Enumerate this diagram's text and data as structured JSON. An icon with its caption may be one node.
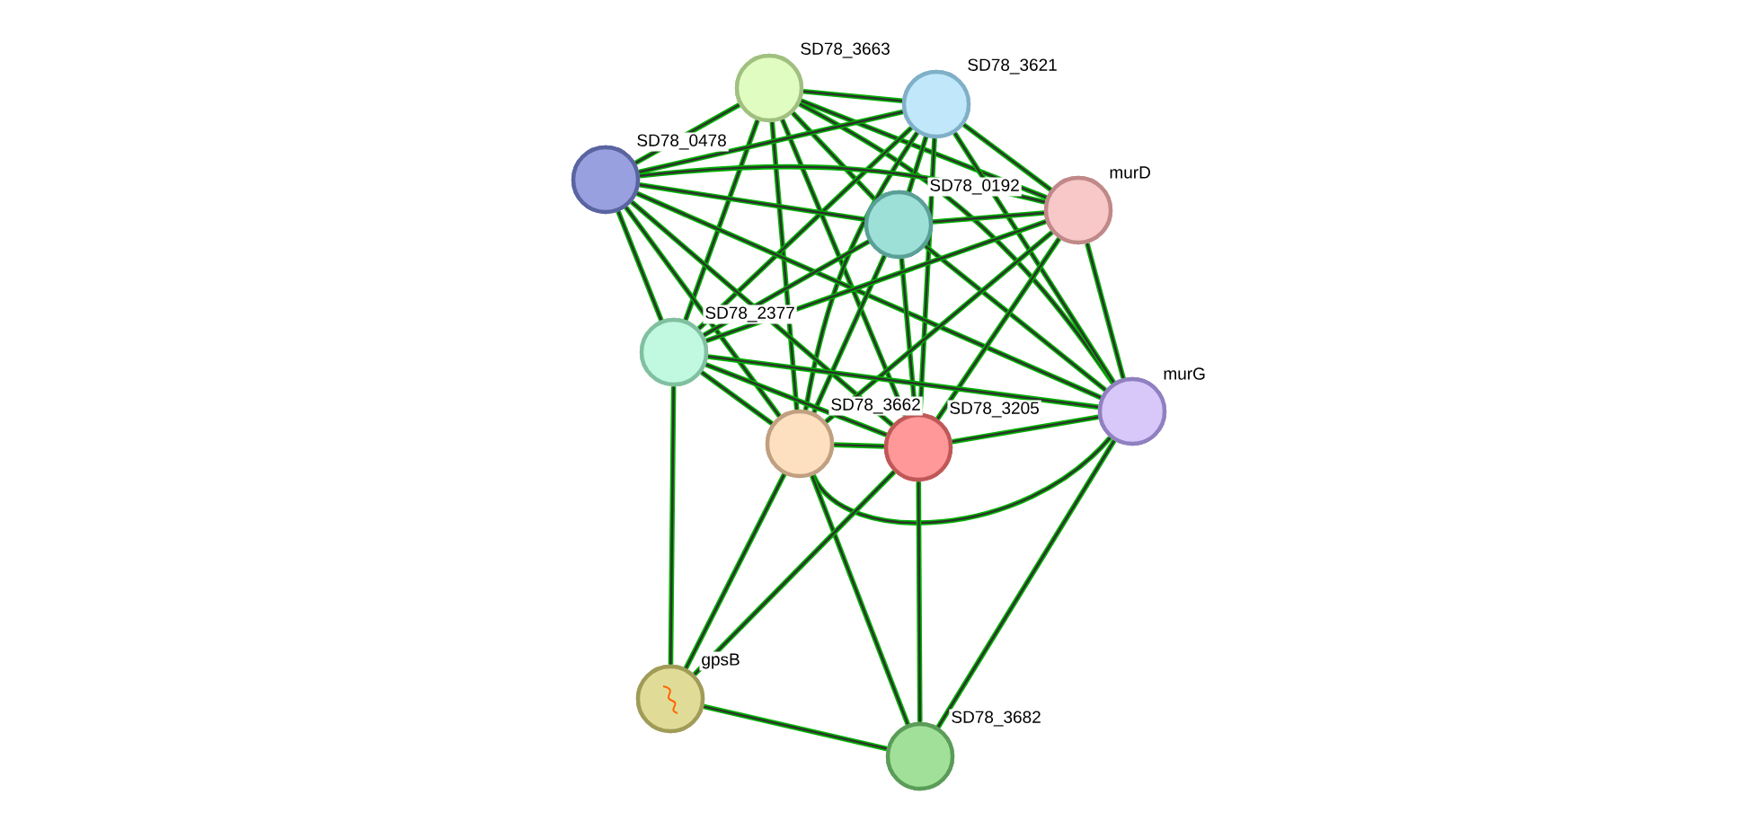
{
  "diagram": {
    "nodes": [
      {
        "text": [
          "SD78_3663"
        ]
      },
      {
        "text": [
          "SD78_3621"
        ]
      },
      {
        "text": [
          "SD78_0478"
        ]
      },
      {
        "text": [
          "SD78_0192"
        ]
      },
      {
        "text": [
          "murD"
        ]
      },
      {
        "text": [
          "SD78_2377"
        ]
      },
      {
        "text": [
          "SD78_3662"
        ]
      },
      {
        "text": [
          "SD78_3205"
        ]
      },
      {
        "text": [
          "murG"
        ]
      },
      {
        "text": [
          "gpsB"
        ]
      },
      {
        "text": [
          "SD78_3682"
        ]
      }
    ],
    "edges": [
      {
        "from": 0,
        "to": 1,
        "arrow": "none"
      },
      {
        "from": 0,
        "to": 2,
        "arrow": "none"
      },
      {
        "from": 0,
        "to": 3,
        "arrow": "none"
      },
      {
        "from": 0,
        "to": 4,
        "arrow": "none"
      },
      {
        "from": 0,
        "to": 5,
        "arrow": "none"
      },
      {
        "from": 0,
        "to": 6,
        "arrow": "none"
      },
      {
        "from": 0,
        "to": 7,
        "arrow": "none"
      },
      {
        "from": 0,
        "to": 8,
        "arrow": "none"
      },
      {
        "from": 1,
        "to": 2,
        "arrow": "none"
      },
      {
        "from": 1,
        "to": 3,
        "arrow": "none"
      },
      {
        "from": 1,
        "to": 4,
        "arrow": "none"
      },
      {
        "from": 1,
        "to": 5,
        "arrow": "none"
      },
      {
        "from": 1,
        "to": 6,
        "arrow": "none"
      },
      {
        "from": 1,
        "to": 7,
        "arrow": "none"
      },
      {
        "from": 1,
        "to": 8,
        "arrow": "none"
      },
      {
        "from": 2,
        "to": 3,
        "arrow": "none"
      },
      {
        "from": 2,
        "to": 4,
        "arrow": "none"
      },
      {
        "from": 2,
        "to": 5,
        "arrow": "none"
      },
      {
        "from": 2,
        "to": 6,
        "arrow": "none"
      },
      {
        "from": 2,
        "to": 7,
        "arrow": "none"
      },
      {
        "from": 2,
        "to": 8,
        "arrow": "none"
      },
      {
        "from": 3,
        "to": 4,
        "arrow": "none"
      },
      {
        "from": 3,
        "to": 5,
        "arrow": "none"
      },
      {
        "from": 3,
        "to": 6,
        "arrow": "none"
      },
      {
        "from": 3,
        "to": 7,
        "arrow": "none"
      },
      {
        "from": 3,
        "to": 8,
        "arrow": "none"
      },
      {
        "from": 4,
        "to": 5,
        "arrow": "none"
      },
      {
        "from": 4,
        "to": 6,
        "arrow": "none"
      },
      {
        "from": 4,
        "to": 7,
        "arrow": "none"
      },
      {
        "from": 4,
        "to": 8,
        "arrow": "none"
      },
      {
        "from": 5,
        "to": 6,
        "arrow": "none"
      },
      {
        "from": 5,
        "to": 7,
        "arrow": "none"
      },
      {
        "from": 5,
        "to": 8,
        "arrow": "none"
      },
      {
        "from": 5,
        "to": 9,
        "arrow": "none"
      },
      {
        "from": 6,
        "to": 7,
        "arrow": "none"
      },
      {
        "from": 6,
        "to": 8,
        "arrow": "none"
      },
      {
        "from": 6,
        "to": 9,
        "arrow": "none"
      },
      {
        "from": 6,
        "to": 10,
        "arrow": "none"
      },
      {
        "from": 7,
        "to": 8,
        "arrow": "none"
      },
      {
        "from": 7,
        "to": 9,
        "arrow": "none"
      },
      {
        "from": 7,
        "to": 10,
        "arrow": "none"
      },
      {
        "from": 8,
        "to": 10,
        "arrow": "none"
      },
      {
        "from": 9,
        "to": 10,
        "arrow": "none"
      }
    ]
  }
}
